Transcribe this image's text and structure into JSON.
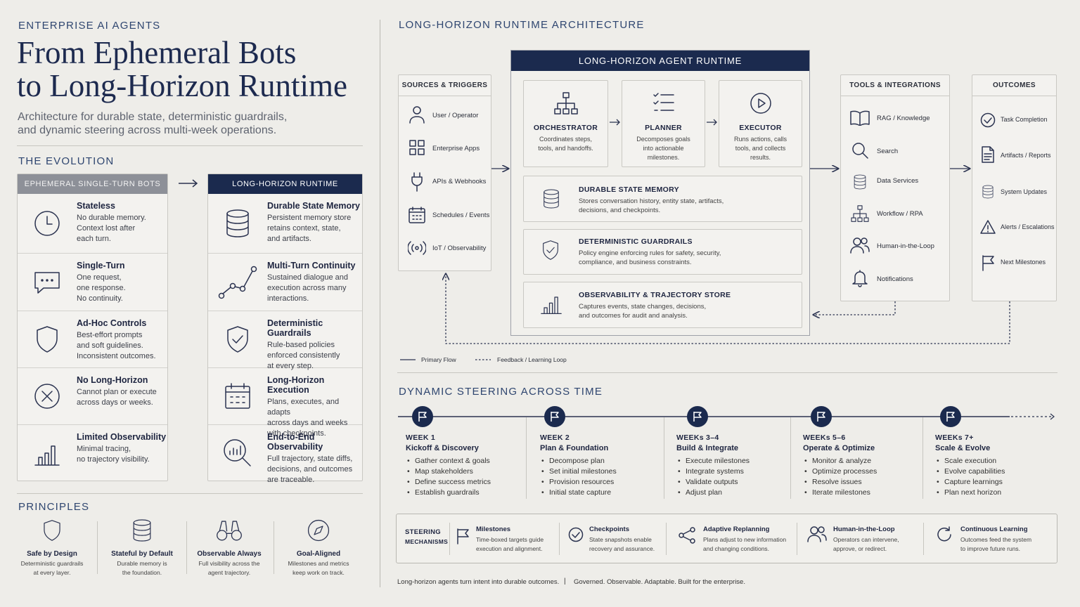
{
  "header": {
    "kicker": "ENTERPRISE AI AGENTS",
    "title_line1": "From Ephemeral Bots",
    "title_line2": "to Long-Horizon Runtime",
    "subtitle_line1": "Architecture for durable state, deterministic guardrails,",
    "subtitle_line2": "and dynamic steering across multi-week operations."
  },
  "evolution": {
    "heading": "THE EVOLUTION",
    "left_header": "EPHEMERAL SINGLE-TURN BOTS",
    "right_header": "LONG-HORIZON RUNTIME",
    "left": [
      {
        "icon": "clock-icon",
        "title": "Stateless",
        "desc": "No durable memory.\nContext lost after\neach turn."
      },
      {
        "icon": "chat-icon",
        "title": "Single-Turn",
        "desc": "One request,\none response.\nNo continuity."
      },
      {
        "icon": "shield-icon",
        "title": "Ad-Hoc Controls",
        "desc": "Best-effort prompts\nand soft guidelines.\nInconsistent outcomes."
      },
      {
        "icon": "x-circle-icon",
        "title": "No Long-Horizon",
        "desc": "Cannot plan or execute\nacross days or weeks."
      },
      {
        "icon": "bar-chart-icon",
        "title": "Limited Observability",
        "desc": "Minimal tracing,\nno trajectory visibility."
      }
    ],
    "right": [
      {
        "icon": "database-icon",
        "title": "Durable State Memory",
        "desc": "Persistent memory store\nretains context, state,\nand artifacts."
      },
      {
        "icon": "path-icon",
        "title": "Multi-Turn Continuity",
        "desc": "Sustained dialogue and\nexecution across many\ninteractions."
      },
      {
        "icon": "shield-check-icon",
        "title": "Deterministic Guardrails",
        "desc": "Rule-based policies\nenforced consistently\nat every step."
      },
      {
        "icon": "calendar-icon",
        "title": "Long-Horizon Execution",
        "desc": "Plans, executes, and adapts\nacross days and weeks\nwith checkpoints."
      },
      {
        "icon": "magnifier-chart-icon",
        "title": "End-to-End Observability",
        "desc": "Full trajectory, state diffs,\ndecisions, and outcomes\nare traceable."
      }
    ]
  },
  "principles": {
    "heading": "PRINCIPLES",
    "items": [
      {
        "icon": "shield-icon",
        "title": "Safe by Design",
        "desc": "Deterministic guardrails\nat every layer."
      },
      {
        "icon": "database-icon",
        "title": "Stateful by Default",
        "desc": "Durable memory is\nthe foundation."
      },
      {
        "icon": "binoculars-icon",
        "title": "Observable Always",
        "desc": "Full visibility across the\nagent trajectory."
      },
      {
        "icon": "compass-icon",
        "title": "Goal-Aligned",
        "desc": "Milestones and metrics\nkeep work on track."
      }
    ]
  },
  "architecture": {
    "heading": "LONG-HORIZON RUNTIME ARCHITECTURE",
    "runtime_title": "LONG-HORIZON AGENT RUNTIME",
    "sources": {
      "header": "SOURCES & TRIGGERS",
      "items": [
        "User / Operator",
        "Enterprise Apps",
        "APIs & Webhooks",
        "Schedules / Events",
        "IoT / Observability"
      ]
    },
    "stages": [
      {
        "title": "ORCHESTRATOR",
        "desc": "Coordinates steps,\ntools, and handoffs."
      },
      {
        "title": "PLANNER",
        "desc": "Decomposes goals\ninto actionable\nmilestones."
      },
      {
        "title": "EXECUTOR",
        "desc": "Runs actions, calls\ntools, and collects\nresults."
      }
    ],
    "layers": [
      {
        "title": "DURABLE STATE MEMORY",
        "desc": "Stores conversation history, entity state, artifacts,\ndecisions, and checkpoints."
      },
      {
        "title": "DETERMINISTIC GUARDRAILS",
        "desc": "Policy engine enforcing rules for safety, security,\ncompliance, and business constraints."
      },
      {
        "title": "OBSERVABILITY & TRAJECTORY STORE",
        "desc": "Captures events, state changes, decisions,\nand outcomes for audit and analysis."
      }
    ],
    "tools": {
      "header": "TOOLS & INTEGRATIONS",
      "items": [
        "RAG / Knowledge",
        "Search",
        "Data Services",
        "Workflow / RPA",
        "Human-in-the-Loop",
        "Notifications"
      ]
    },
    "outcomes": {
      "header": "OUTCOMES",
      "items": [
        "Task Completion",
        "Artifacts / Reports",
        "System Updates",
        "Alerts / Escalations",
        "Next Milestones"
      ]
    },
    "legend": {
      "primary": "Primary Flow",
      "feedback": "Feedback / Learning Loop"
    }
  },
  "steering": {
    "heading": "DYNAMIC STEERING ACROSS TIME",
    "phases": [
      {
        "week": "WEEK 1",
        "name": "Kickoff & Discovery",
        "items": [
          "Gather context & goals",
          "Map stakeholders",
          "Define success metrics",
          "Establish guardrails"
        ]
      },
      {
        "week": "WEEK 2",
        "name": "Plan & Foundation",
        "items": [
          "Decompose plan",
          "Set initial milestones",
          "Provision resources",
          "Initial state capture"
        ]
      },
      {
        "week": "WEEKs 3–4",
        "name": "Build & Integrate",
        "items": [
          "Execute milestones",
          "Integrate systems",
          "Validate outputs",
          "Adjust plan"
        ]
      },
      {
        "week": "WEEKs 5–6",
        "name": "Operate & Optimize",
        "items": [
          "Monitor & analyze",
          "Optimize processes",
          "Resolve issues",
          "Iterate milestones"
        ]
      },
      {
        "week": "WEEKs 7+",
        "name": "Scale & Evolve",
        "items": [
          "Scale execution",
          "Evolve capabilities",
          "Capture learnings",
          "Plan next horizon"
        ]
      }
    ],
    "mech_label_1": "STEERING",
    "mech_label_2": "MECHANISMS",
    "mechanisms": [
      {
        "icon": "flag-icon",
        "title": "Milestones",
        "desc": "Time-boxed targets guide\nexecution and alignment."
      },
      {
        "icon": "check-circle-icon",
        "title": "Checkpoints",
        "desc": "State snapshots enable\nrecovery and assurance."
      },
      {
        "icon": "share-icon",
        "title": "Adaptive Replanning",
        "desc": "Plans adjust to new information\nand changing conditions."
      },
      {
        "icon": "people-icon",
        "title": "Human-in-the-Loop",
        "desc": "Operators can intervene,\napprove, or redirect."
      },
      {
        "icon": "refresh-icon",
        "title": "Continuous Learning",
        "desc": "Outcomes feed the system\nto improve future runs."
      }
    ]
  },
  "footer": {
    "left": "Long-horizon agents turn intent into durable outcomes.",
    "sep": "|",
    "right": "Governed. Observable. Adaptable. Built for the enterprise."
  },
  "colors": {
    "navy": "#1b2a4e",
    "background": "#eeede9",
    "gray_header": "#8d9098"
  }
}
